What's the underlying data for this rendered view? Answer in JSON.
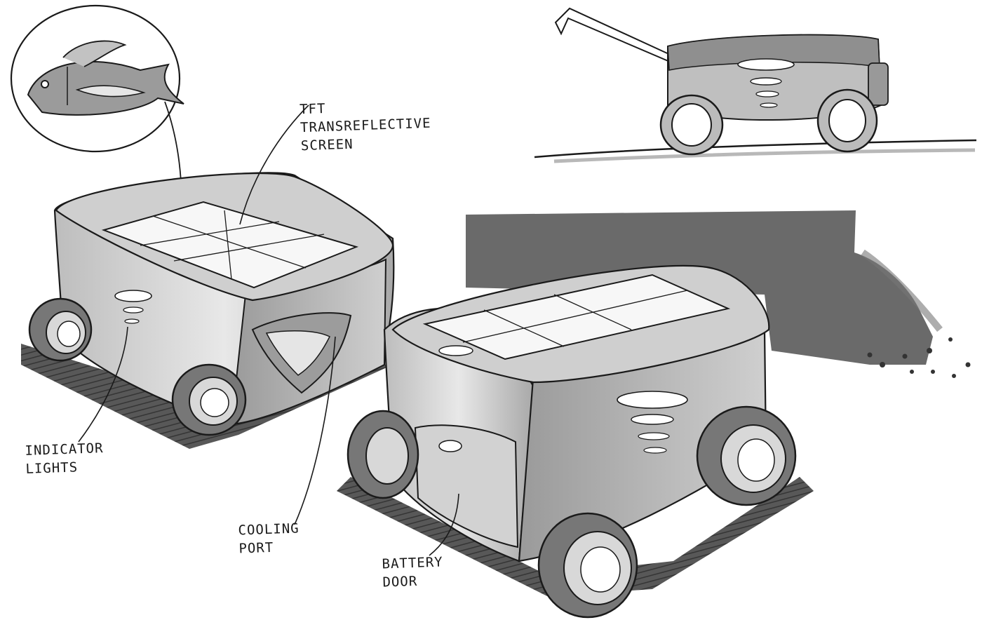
{
  "labels": {
    "tft": [
      "TFT",
      "TRANSREFLECTIVE",
      "SCREEN"
    ],
    "indicator": [
      "INDICATOR",
      "LIGHTS"
    ],
    "cooling": [
      "COOLING",
      "PORT"
    ],
    "battery": [
      "BATTERY",
      "DOOR"
    ]
  },
  "colors": {
    "ink": "#1a1a1a",
    "marker_dark": "#555555",
    "marker_mid": "#8c8c8c",
    "marker_light": "#c6c6c6",
    "marker_pale": "#e4e4e4",
    "paper": "#ffffff"
  },
  "icons": [
    "fish-icon",
    "wheel-icon"
  ]
}
